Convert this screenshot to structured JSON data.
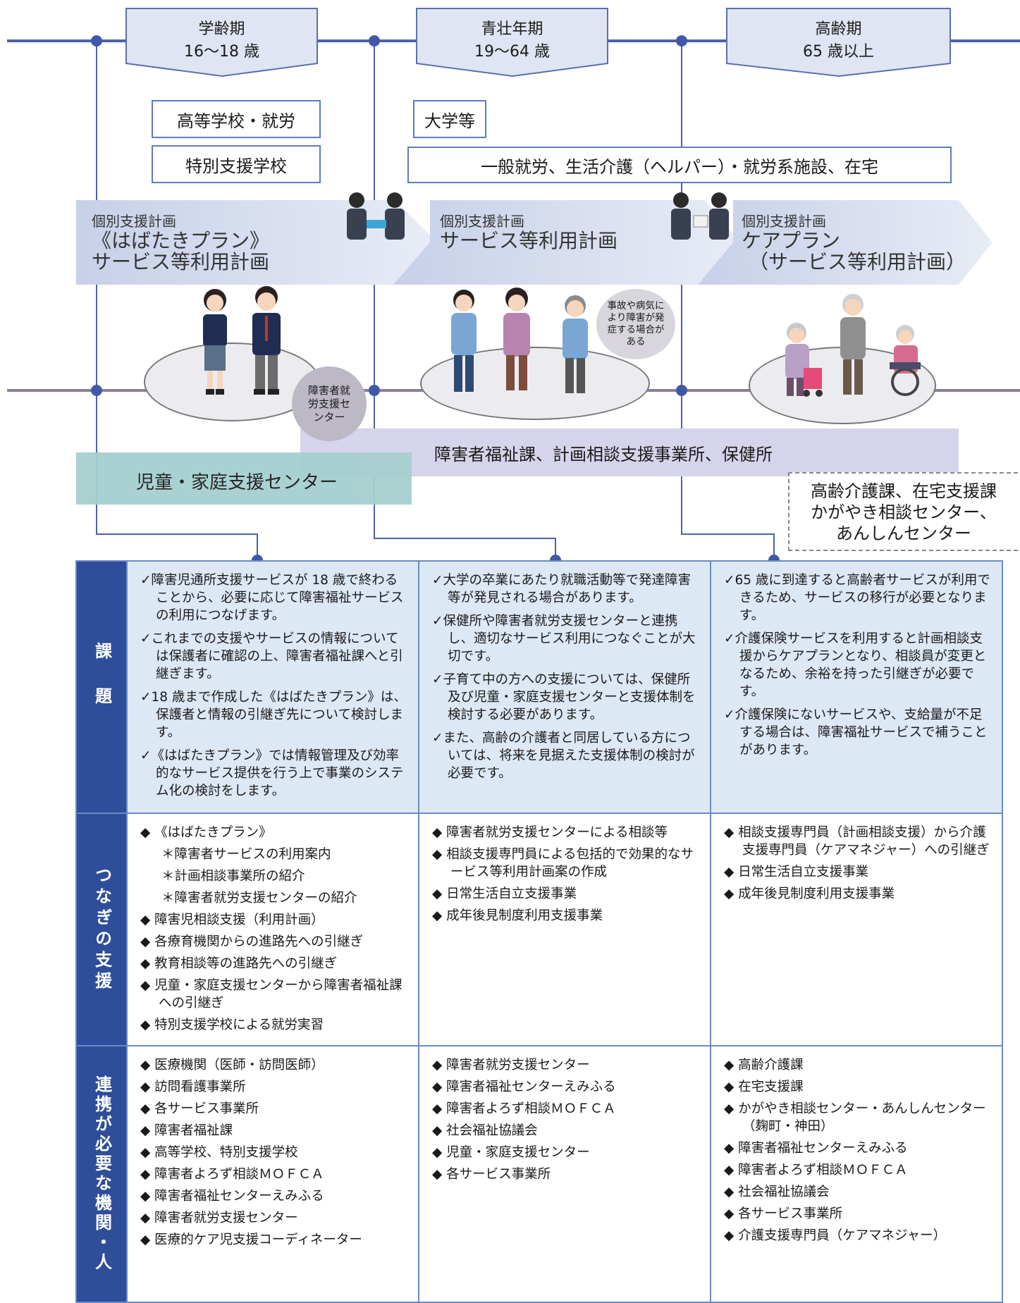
{
  "stages": [
    {
      "name": "学齢期",
      "age": "16〜18 歳"
    },
    {
      "name": "青壮年期",
      "age": "19〜64 歳"
    },
    {
      "name": "高齢期",
      "age": "65 歳以上"
    }
  ],
  "boxes": {
    "high_school": "高等学校・就労",
    "special_school": "特別支援学校",
    "university": "大学等",
    "work": "一般就労、生活介護（ヘルパー）・就労系施設、在宅"
  },
  "plans": [
    {
      "small": "個別支援計画",
      "big1": "《はばたきプラン》",
      "big2": "サービス等利用計画"
    },
    {
      "small": "個別支援計画",
      "big1": "サービス等利用計画",
      "big2": ""
    },
    {
      "small": "個別支援計画",
      "big1": "ケアプラン",
      "big2": "（サービス等利用計画）"
    }
  ],
  "accident_note": "事故や病気により障害が発症する場合がある",
  "employment_center_circle": "障害者就労支援センター",
  "bands": {
    "welfare": "障害者福祉課、計画相談支援事業所、保健所",
    "child": "児童・家庭支援センター",
    "elderly": [
      "高齢介護課、在宅支援課",
      "かがやき相談センター、",
      "あんしんセンター"
    ]
  },
  "row_headers": [
    "課題",
    "つなぎの支援",
    "連携が必要な機関・人"
  ],
  "issues": [
    [
      "✓障害児通所支援サービスが 18 歳で終わることから、必要に応じて障害福祉サービスの利用につなげます。",
      "✓これまでの支援やサービスの情報については保護者に確認の上、障害者福祉課へと引継ぎます。",
      "✓18 歳まで作成した《はばたきプラン》は、保護者と情報の引継ぎ先について検討します。",
      "✓《はばたきプラン》では情報管理及び効率的なサービス提供を行う上で事業のシステム化の検討をします。"
    ],
    [
      "✓大学の卒業にあたり就職活動等で発達障害等が発見される場合があります。",
      "✓保健所や障害者就労支援センターと連携し、適切なサービス利用につなぐことが大切です。",
      "✓子育て中の方への支援については、保健所及び児童・家庭支援センターと支援体制を検討する必要があります。",
      "✓また、高齢の介護者と同居している方については、将来を見据えた支援体制の検討が必要です。"
    ],
    [
      "✓65 歳に到達すると高齢者サービスが利用できるため、サービスの移行が必要となります。",
      "✓介護保険サービスを利用すると計画相談支援からケアプランとなり、相談員が変更となるため、余裕を持った引継ぎが必要です。",
      "✓介護保険にないサービスや、支給量が不足する場合は、障害福祉サービスで補うことがあります。"
    ]
  ],
  "support": [
    [
      {
        "t": "b",
        "v": "◆ 《はばたきプラン》"
      },
      {
        "t": "s",
        "v": "＊障害者サービスの利用案内"
      },
      {
        "t": "s",
        "v": "＊計画相談事業所の紹介"
      },
      {
        "t": "s",
        "v": "＊障害者就労支援センターの紹介"
      },
      {
        "t": "b",
        "v": "◆ 障害児相談支援（利用計画）"
      },
      {
        "t": "b",
        "v": "◆ 各療育機関からの進路先への引継ぎ"
      },
      {
        "t": "b",
        "v": "◆ 教育相談等の進路先への引継ぎ"
      },
      {
        "t": "b",
        "v": "◆ 児童・家庭支援センターから障害者福祉課への引継ぎ"
      },
      {
        "t": "b",
        "v": "◆ 特別支援学校による就労実習"
      }
    ],
    [
      {
        "t": "b",
        "v": "◆ 障害者就労支援センターによる相談等"
      },
      {
        "t": "b",
        "v": "◆ 相談支援専門員による包括的で効果的なサービス等利用計画案の作成"
      },
      {
        "t": "b",
        "v": "◆ 日常生活自立支援事業"
      },
      {
        "t": "b",
        "v": "◆ 成年後見制度利用支援事業"
      }
    ],
    [
      {
        "t": "b",
        "v": "◆ 相談支援専門員（計画相談支援）から介護支援専門員（ケアマネジャー）への引継ぎ"
      },
      {
        "t": "b",
        "v": "◆ 日常生活自立支援事業"
      },
      {
        "t": "b",
        "v": "◆ 成年後見制度利用支援事業"
      }
    ]
  ],
  "partners": [
    [
      "◆ 医療機関（医師・訪問医師）",
      "◆ 訪問看護事業所",
      "◆ 各サービス事業所",
      "◆ 障害者福祉課",
      "◆ 高等学校、特別支援学校",
      "◆ 障害者よろず相談ＭＯＦＣＡ",
      "◆ 障害者福祉センターえみふる",
      "◆ 障害者就労支援センター",
      "◆ 医療的ケア児支援コーディネーター"
    ],
    [
      "◆ 障害者就労支援センター",
      "◆ 障害者福祉センターえみふる",
      "◆ 障害者よろず相談ＭＯＦＣＡ",
      "◆ 社会福祉協議会",
      "◆ 児童・家庭支援センター",
      "◆ 各サービス事業所"
    ],
    [
      "◆ 高齢介護課",
      "◆ 在宅支援課",
      "◆ かがやき相談センター・あんしんセンター（麹町・神田）",
      "◆ 障害者福祉センターえみふる",
      "◆ 障害者よろず相談ＭＯＦＣＡ",
      "◆ 社会福祉協議会",
      "◆ 各サービス事業所",
      "◆ 介護支援専門員（ケアマネジャー）"
    ]
  ]
}
